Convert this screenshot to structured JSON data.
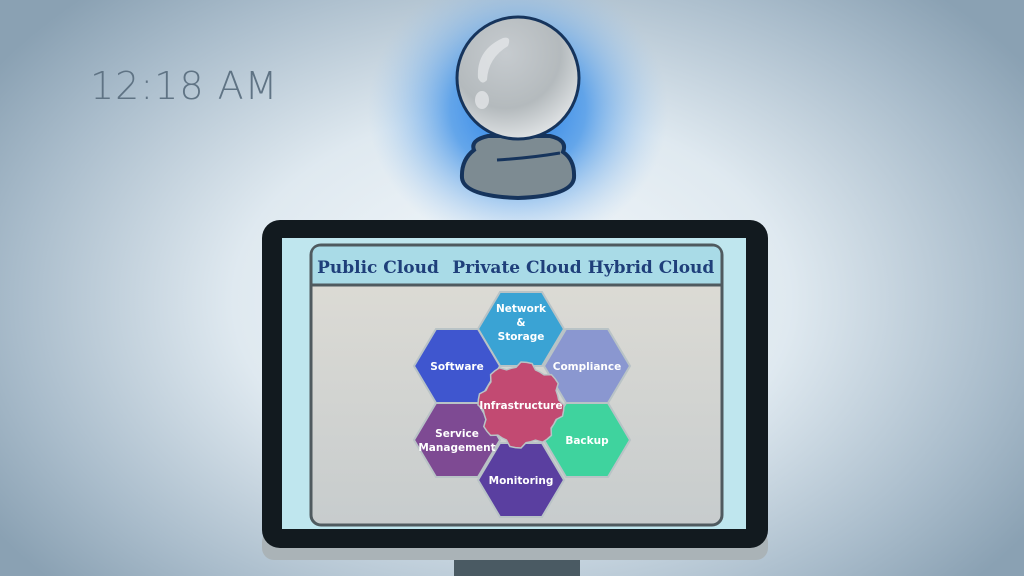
{
  "clock": {
    "time": "12:18 AM"
  },
  "screen": {
    "header": [
      "Public Cloud",
      "Private Cloud",
      "Hybrid Cloud"
    ],
    "hexagons": [
      {
        "label": [
          "Network",
          "&",
          "Storage"
        ],
        "color": "#3aa3d4"
      },
      {
        "label": [
          "Software"
        ],
        "color": "#3f56cf"
      },
      {
        "label": [
          "Compliance"
        ],
        "color": "#8a97d0"
      },
      {
        "label": [
          "Service",
          "Management"
        ],
        "color": "#7e4a93"
      },
      {
        "label": [
          "Backup"
        ],
        "color": "#3fd39e"
      },
      {
        "label": [
          "Monitoring"
        ],
        "color": "#5a3fa0"
      }
    ],
    "center": {
      "label": "Infrastructure",
      "color": "#c24a72"
    }
  },
  "colors": {
    "glow": "#1f7ae6",
    "bezel": "#121a1f",
    "screen": "#bfe6ee",
    "panel": "#d9d8d2"
  }
}
